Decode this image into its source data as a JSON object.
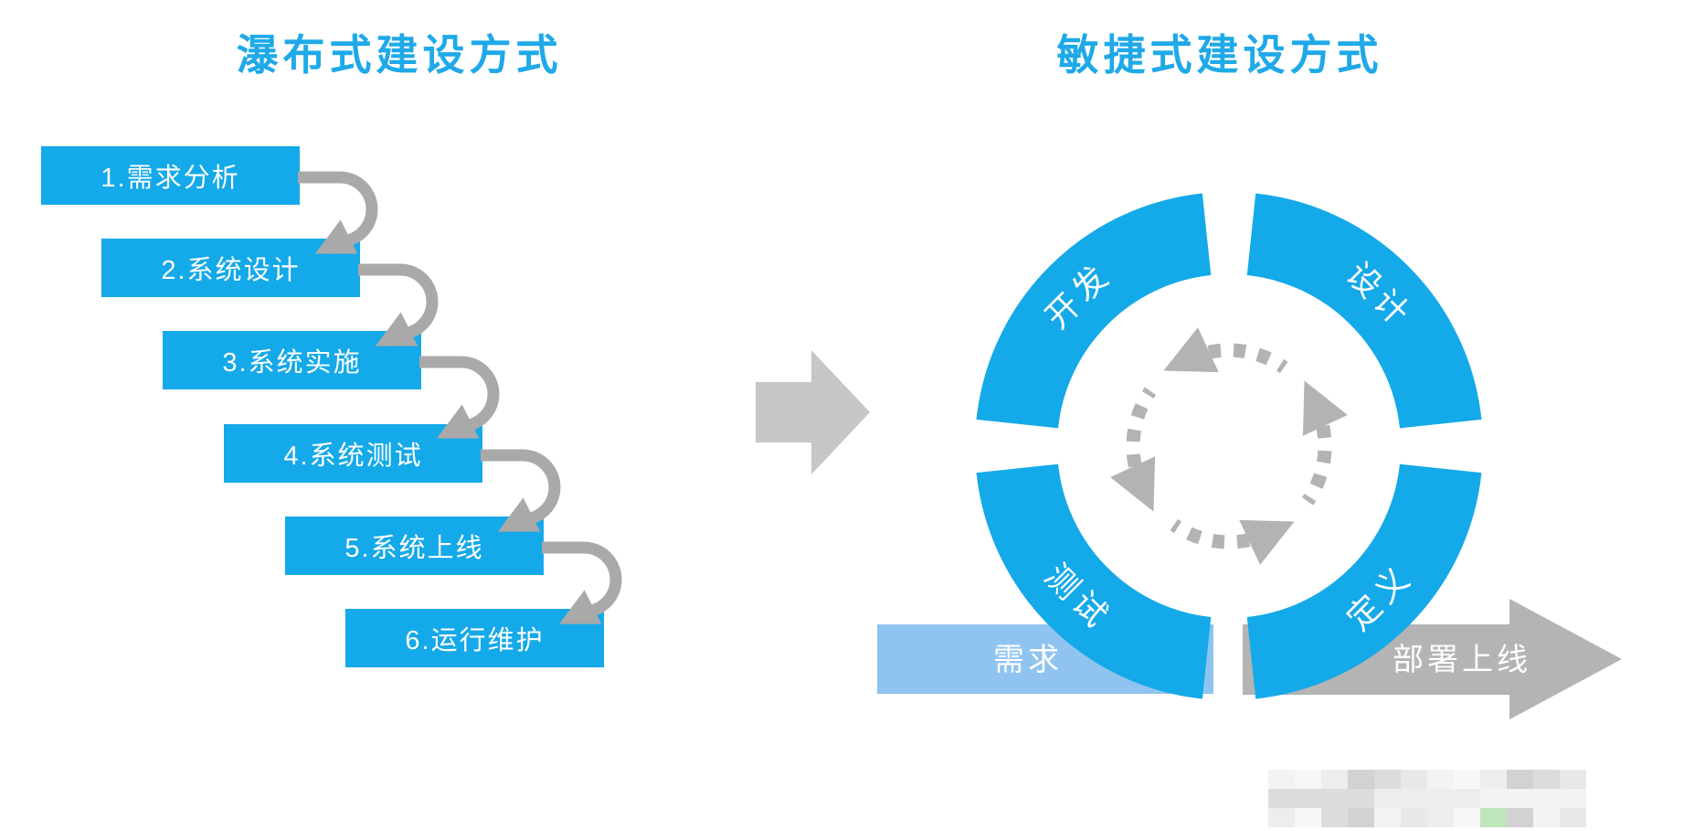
{
  "left_panel": {
    "title": "瀑布式建设方式",
    "steps": [
      {
        "label": "1.需求分析"
      },
      {
        "label": "2.系统设计"
      },
      {
        "label": "3.系统实施"
      },
      {
        "label": "4.系统测试"
      },
      {
        "label": "5.系统上线"
      },
      {
        "label": "6.运行维护"
      }
    ]
  },
  "right_panel": {
    "title": "敏捷式建设方式",
    "ring_segments": [
      {
        "label": "开发",
        "position": "top-left"
      },
      {
        "label": "设计",
        "position": "top-right"
      },
      {
        "label": "测试",
        "position": "bottom-left"
      },
      {
        "label": "定义",
        "position": "bottom-right"
      }
    ],
    "cycle_direction": "counter-clockwise",
    "requirements_label": "需求",
    "deploy_label": "部署上线"
  },
  "colors": {
    "primary_blue": "#14a9e9",
    "title_blue": "#1fa9e8",
    "light_blue": "#8fc4f1",
    "connector_gray": "#a9a9a9",
    "center_arrow_gray": "#c6c6c6",
    "deploy_arrow_gray": "#b4b4b4",
    "cycle_arrow_gray": "#b3b3b3",
    "watermark_palette": [
      "#f3f3f3",
      "#e8e8e8",
      "#dcdcdc",
      "#d2d2d2",
      "#ededed",
      "#f7f7f7"
    ],
    "watermark_green": "#bfe5bb"
  },
  "watermark": {
    "cols": 12,
    "rows": 3,
    "green_cell": {
      "row": 2,
      "col": 8
    }
  }
}
